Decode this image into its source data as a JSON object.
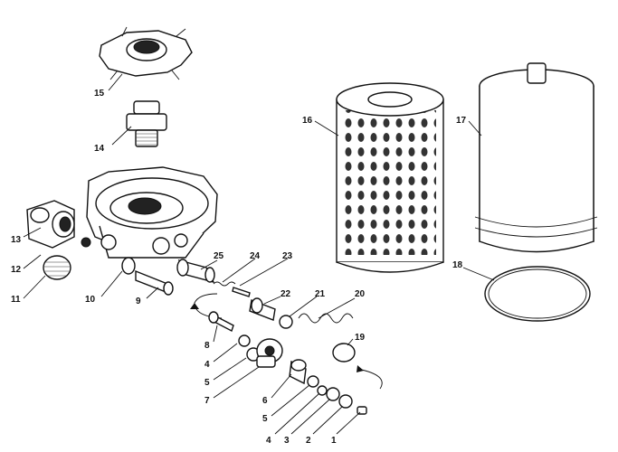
{
  "callouts": [
    "1",
    "2",
    "3",
    "4",
    "5",
    "6",
    "7",
    "8",
    "9",
    "10",
    "11",
    "12",
    "13",
    "14",
    "15",
    "16",
    "17",
    "18",
    "19",
    "20",
    "21",
    "22",
    "23",
    "24",
    "25"
  ],
  "bottom_row": [
    "4",
    "3",
    "2",
    "1"
  ],
  "left_column": [
    "8",
    "4",
    "5",
    "7"
  ],
  "center_column": [
    "6",
    "5"
  ]
}
